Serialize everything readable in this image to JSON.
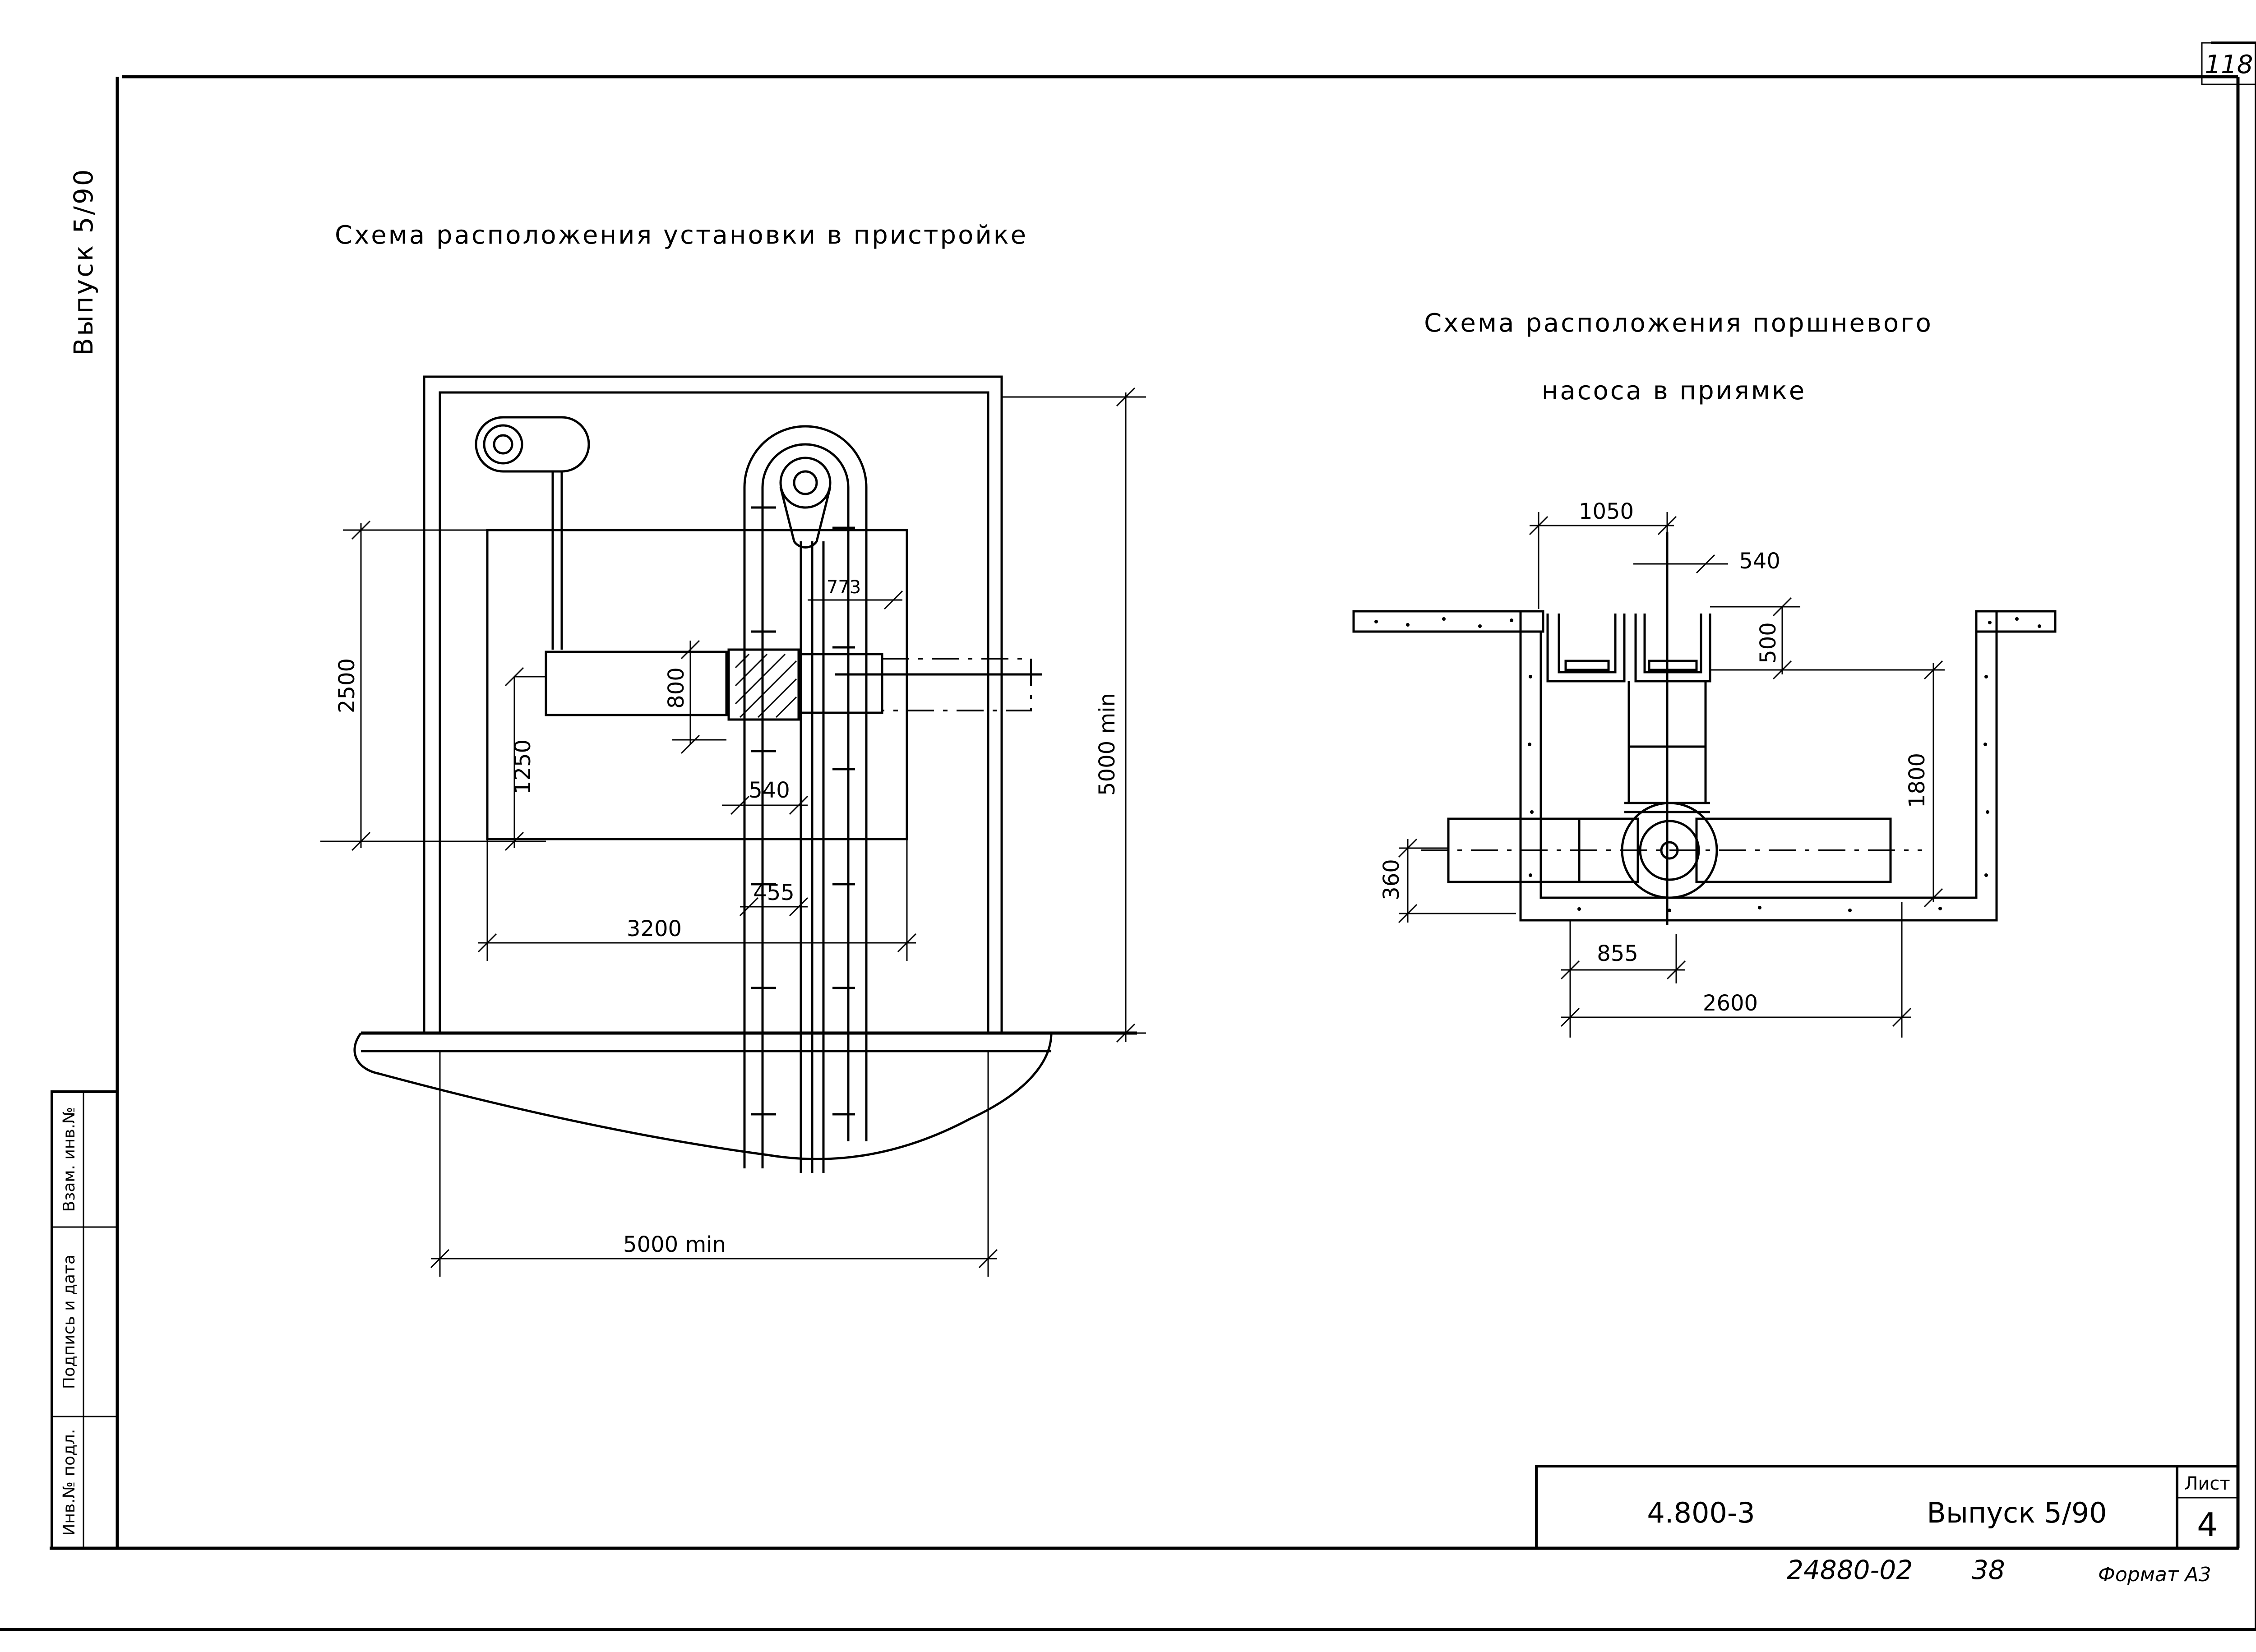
{
  "page_number": "118",
  "left_margin_label": "Выпуск 5/90",
  "stamp_columns": [
    "Инв.№ подл.",
    "Подпись и дата",
    "Взам. инв.№"
  ],
  "left_drawing": {
    "title": "Схема расположения установки в пристройке",
    "dims": {
      "overall_height": "5000 min",
      "overall_width": "5000 min",
      "d2500": "2500",
      "d1250": "1250",
      "d800": "800",
      "d540": "540",
      "d455": "455",
      "d3200": "3200",
      "d773": "773"
    }
  },
  "right_drawing": {
    "title_line1": "Схема расположения поршневого",
    "title_line2": "насоса в приямке",
    "dims": {
      "d1050": "1050",
      "d540": "540",
      "d500": "500",
      "d1800": "1800",
      "d360": "360",
      "d855": "855",
      "d2600": "2600"
    }
  },
  "title_block": {
    "designation": "4.800-3",
    "issue": "Выпуск 5/90",
    "sheet_label": "Лист",
    "sheet_number": "4"
  },
  "footer": {
    "registration": "24880-02",
    "number": "38",
    "format": "Формат А3"
  }
}
